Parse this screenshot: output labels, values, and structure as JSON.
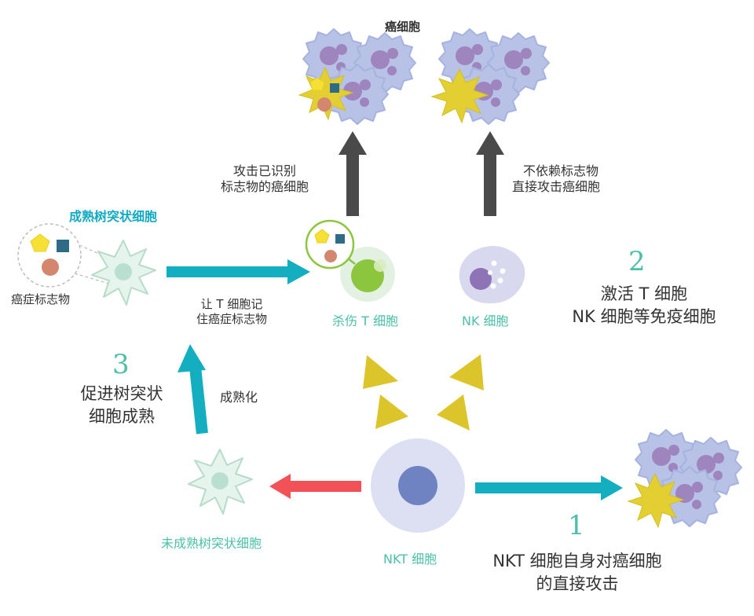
{
  "labels": {
    "cancer_cells": "癌细胞",
    "attack_recognized": [
      "攻击已识别",
      "标志物的癌细胞"
    ],
    "attack_independent": [
      "不依赖标志物",
      "直接攻击癌细胞"
    ],
    "mature_dc": "成熟树突状细胞",
    "cancer_marker": "癌症标志物",
    "let_t_remember": [
      "让 T 细胞记",
      "住癌症标志物"
    ],
    "killer_t": "杀伤 T 细胞",
    "nk_cell": "NK 细胞",
    "step2_number": "2",
    "step2_text": [
      "激活 T 细胞",
      "NK 细胞等免疫细胞"
    ],
    "step3_number": "3",
    "step3_text": [
      "促进树突状",
      "细胞成熟"
    ],
    "maturation": "成熟化",
    "immature_dc": "未成熟树突状细胞",
    "nkt_cell": "NKT 细胞",
    "step1_number": "1",
    "step1_text": [
      "NKT 细胞自身对癌细胞",
      "的直接攻击"
    ]
  },
  "colors": {
    "teal_arrow": "#13aec0",
    "gray_arrow": "#4a4a4a",
    "red_arrow": "#f25157",
    "triangle": "#dcc52a",
    "cancer_cell": "#b7c2e6",
    "cancer_nucleus": "#9f85bd",
    "burst": "#e3cf32",
    "teal_text": "#4cbfa8",
    "cyan_text": "#12a9c1"
  }
}
